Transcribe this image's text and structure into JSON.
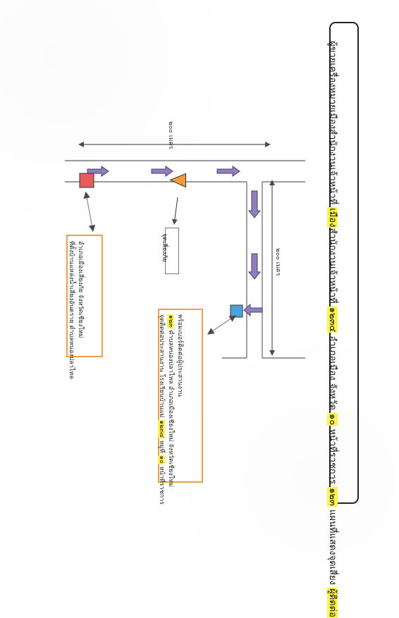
{
  "banner": {
    "text_1": "ผู้ขายเครื่องหมายเมืองสำนักงานเจ้าหน้าที่ ",
    "highlight_1": "เมือง",
    "text_2": "สำนักงานเจ้าหน้าที่ ",
    "highlight_2": "๑๒๓๔",
    "text_3": " อำเภอเมือง จังหวัด ",
    "highlight_3": "๑๐",
    "text_4": " หน้าที่ราชการ ",
    "highlight_4": "๑๒๓",
    "text_5": " แผนที่แสดงจุดเสี่ยง ",
    "highlight_5": "ผู้ติดต่อ"
  },
  "distances": {
    "horizontal": "๒๐๐ เมตร",
    "vertical": "๒๐๐ เมตร"
  },
  "boxes": {
    "left_box": {
      "line_1": "ที่ตั้งบ้านแหล่งน้ำเสี่ยงอันตราย ตำบลหนองปลาไหล",
      "line_2": "อำเภอเมืองเสี่ยงภัย จังหวัดเชียงใหม่"
    },
    "middle_box": {
      "line_1": "จุดเสี่ยงภัย"
    },
    "right_box": {
      "line_1_prefix": "จุดติดต่อประสานงาน โรงเรียนบ้านแม่ ",
      "line_1_highlight": "๑๒๓๔",
      "line_1_suffix": " หมู่ที่ ",
      "line_1_highlight_2": "๑๐",
      "line_1_tail": " หน้าที่ราชการ",
      "line_2_prefix": "",
      "line_2_highlight": "๑๒๓",
      "line_2_suffix": " ตำบลหนองปลาไหล อำเภอเมืองเชียงใหม่ จังหวัดเชียงใหม่",
      "line_3": "พร้อมเบอร์ติดต่อผู้ประสานงาน"
    }
  },
  "colors": {
    "road": "#7a7a7a",
    "arrow_fill": "#8f7fbf",
    "arrow_stroke": "#4d3f72",
    "red_marker": "#e85b5b",
    "orange_marker": "#f39a3a",
    "blue_marker": "#4aa3df",
    "highlight": "#fff34d",
    "box_border": "#f0a040"
  }
}
